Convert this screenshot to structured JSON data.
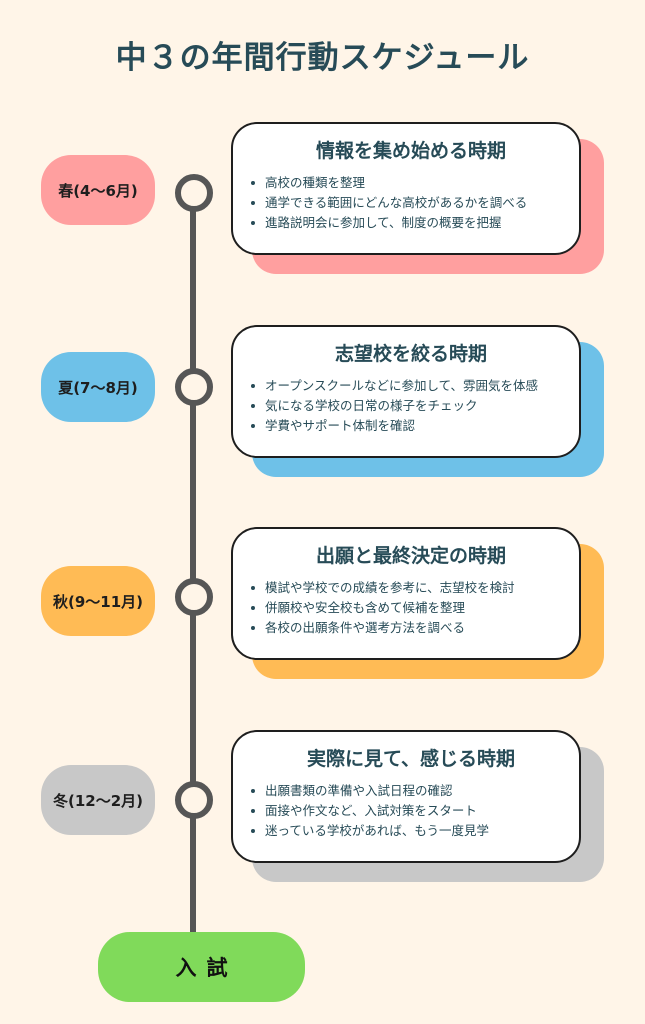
{
  "title": "中３の年間行動スケジュール",
  "colors": {
    "background": "#fff5e8",
    "title_text": "#274b57",
    "timeline": "#565656",
    "exam": "#80da5a"
  },
  "periods": [
    {
      "season": "春(4〜6月)",
      "color": "#ff9f9f",
      "card_title": "情報を集め始める時期",
      "items": [
        "高校の種類を整理",
        "通学できる範囲にどんな高校があるかを調べる",
        "進路説明会に参加して、制度の概要を把握"
      ]
    },
    {
      "season": "夏(7〜8月)",
      "color": "#6ec1e8",
      "card_title": "志望校を絞る時期",
      "items": [
        "オープンスクールなどに参加して、雰囲気を体感",
        "気になる学校の日常の様子をチェック",
        "学費やサポート体制を確認"
      ]
    },
    {
      "season": "秋(9〜11月)",
      "color": "#ffbb55",
      "card_title": "出願と最終決定の時期",
      "items": [
        "模試や学校での成績を参考に、志望校を検討",
        "併願校や安全校も含めて候補を整理",
        "各校の出願条件や選考方法を調べる"
      ]
    },
    {
      "season": "冬(12〜2月)",
      "color": "#c8c8c8",
      "card_title": "実際に見て、感じる時期",
      "items": [
        "出願書類の準備や入試日程の確認",
        "面接や作文など、入試対策をスタート",
        "迷っている学校があれば、もう一度見学"
      ]
    }
  ],
  "exam_label": "入試"
}
